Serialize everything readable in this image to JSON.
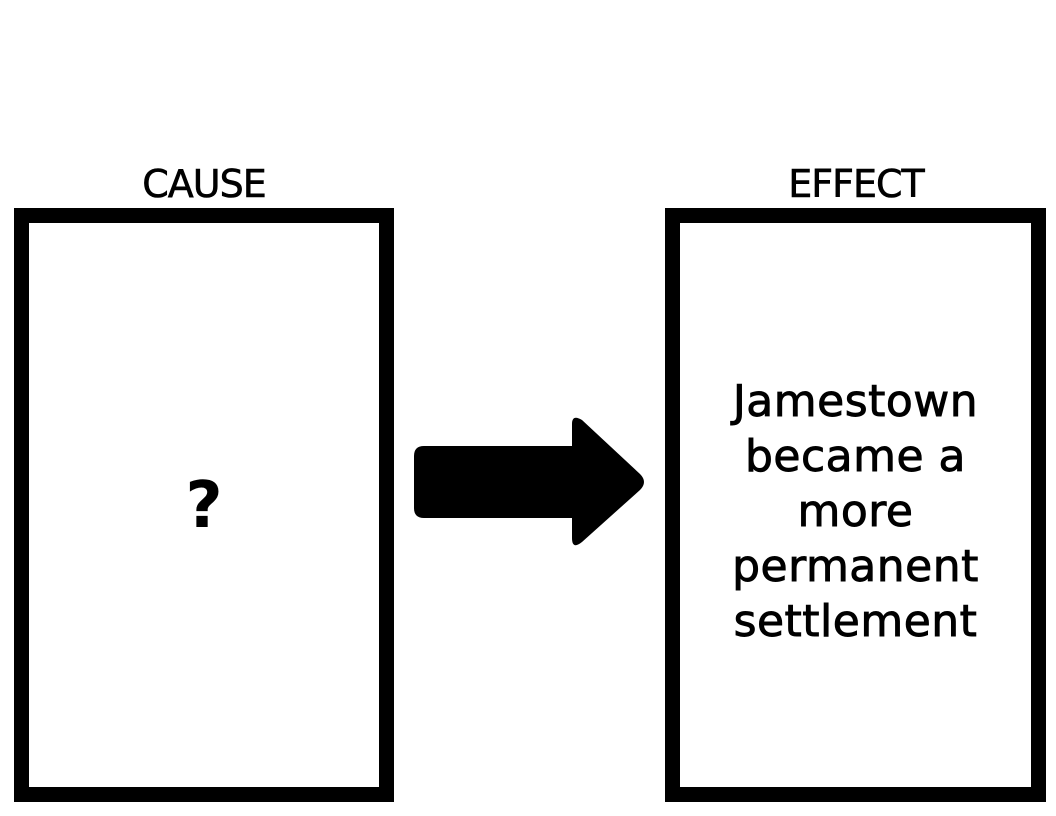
{
  "cause": {
    "heading": "CAUSE",
    "content": "?"
  },
  "effect": {
    "heading": "EFFECT",
    "lines": [
      "Jamestown",
      "became a",
      "more",
      "permanent",
      "settlement"
    ]
  },
  "colors": {
    "ink": "#000000",
    "background": "#ffffff"
  },
  "icons": {
    "connector": "right-arrow-icon"
  }
}
